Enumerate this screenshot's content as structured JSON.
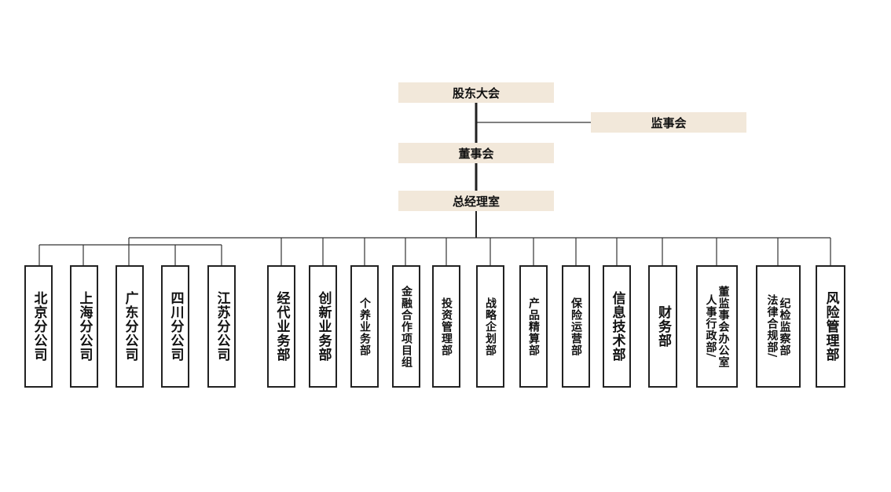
{
  "top": {
    "shareholders": "股东大会",
    "supervisory_board": "监事会",
    "board": "董事会",
    "gm_office": "总经理室"
  },
  "branches": [
    "北京分公司",
    "上海分公司",
    "广东分公司",
    "四川分公司",
    "江苏分公司"
  ],
  "departments": [
    [
      "经代业务部"
    ],
    [
      "创新业务部"
    ],
    [
      "个养业务部"
    ],
    [
      "金融合作项目组"
    ],
    [
      "投资管理部"
    ],
    [
      "战略企划部"
    ],
    [
      "产品精算部"
    ],
    [
      "保险运营部"
    ],
    [
      "信息技术部"
    ],
    [
      "财务部"
    ],
    [
      "董监事会办公室",
      "人事行政部/"
    ],
    [
      "纪检监察部",
      "法律合规部/"
    ],
    [
      "风险管理部"
    ]
  ]
}
